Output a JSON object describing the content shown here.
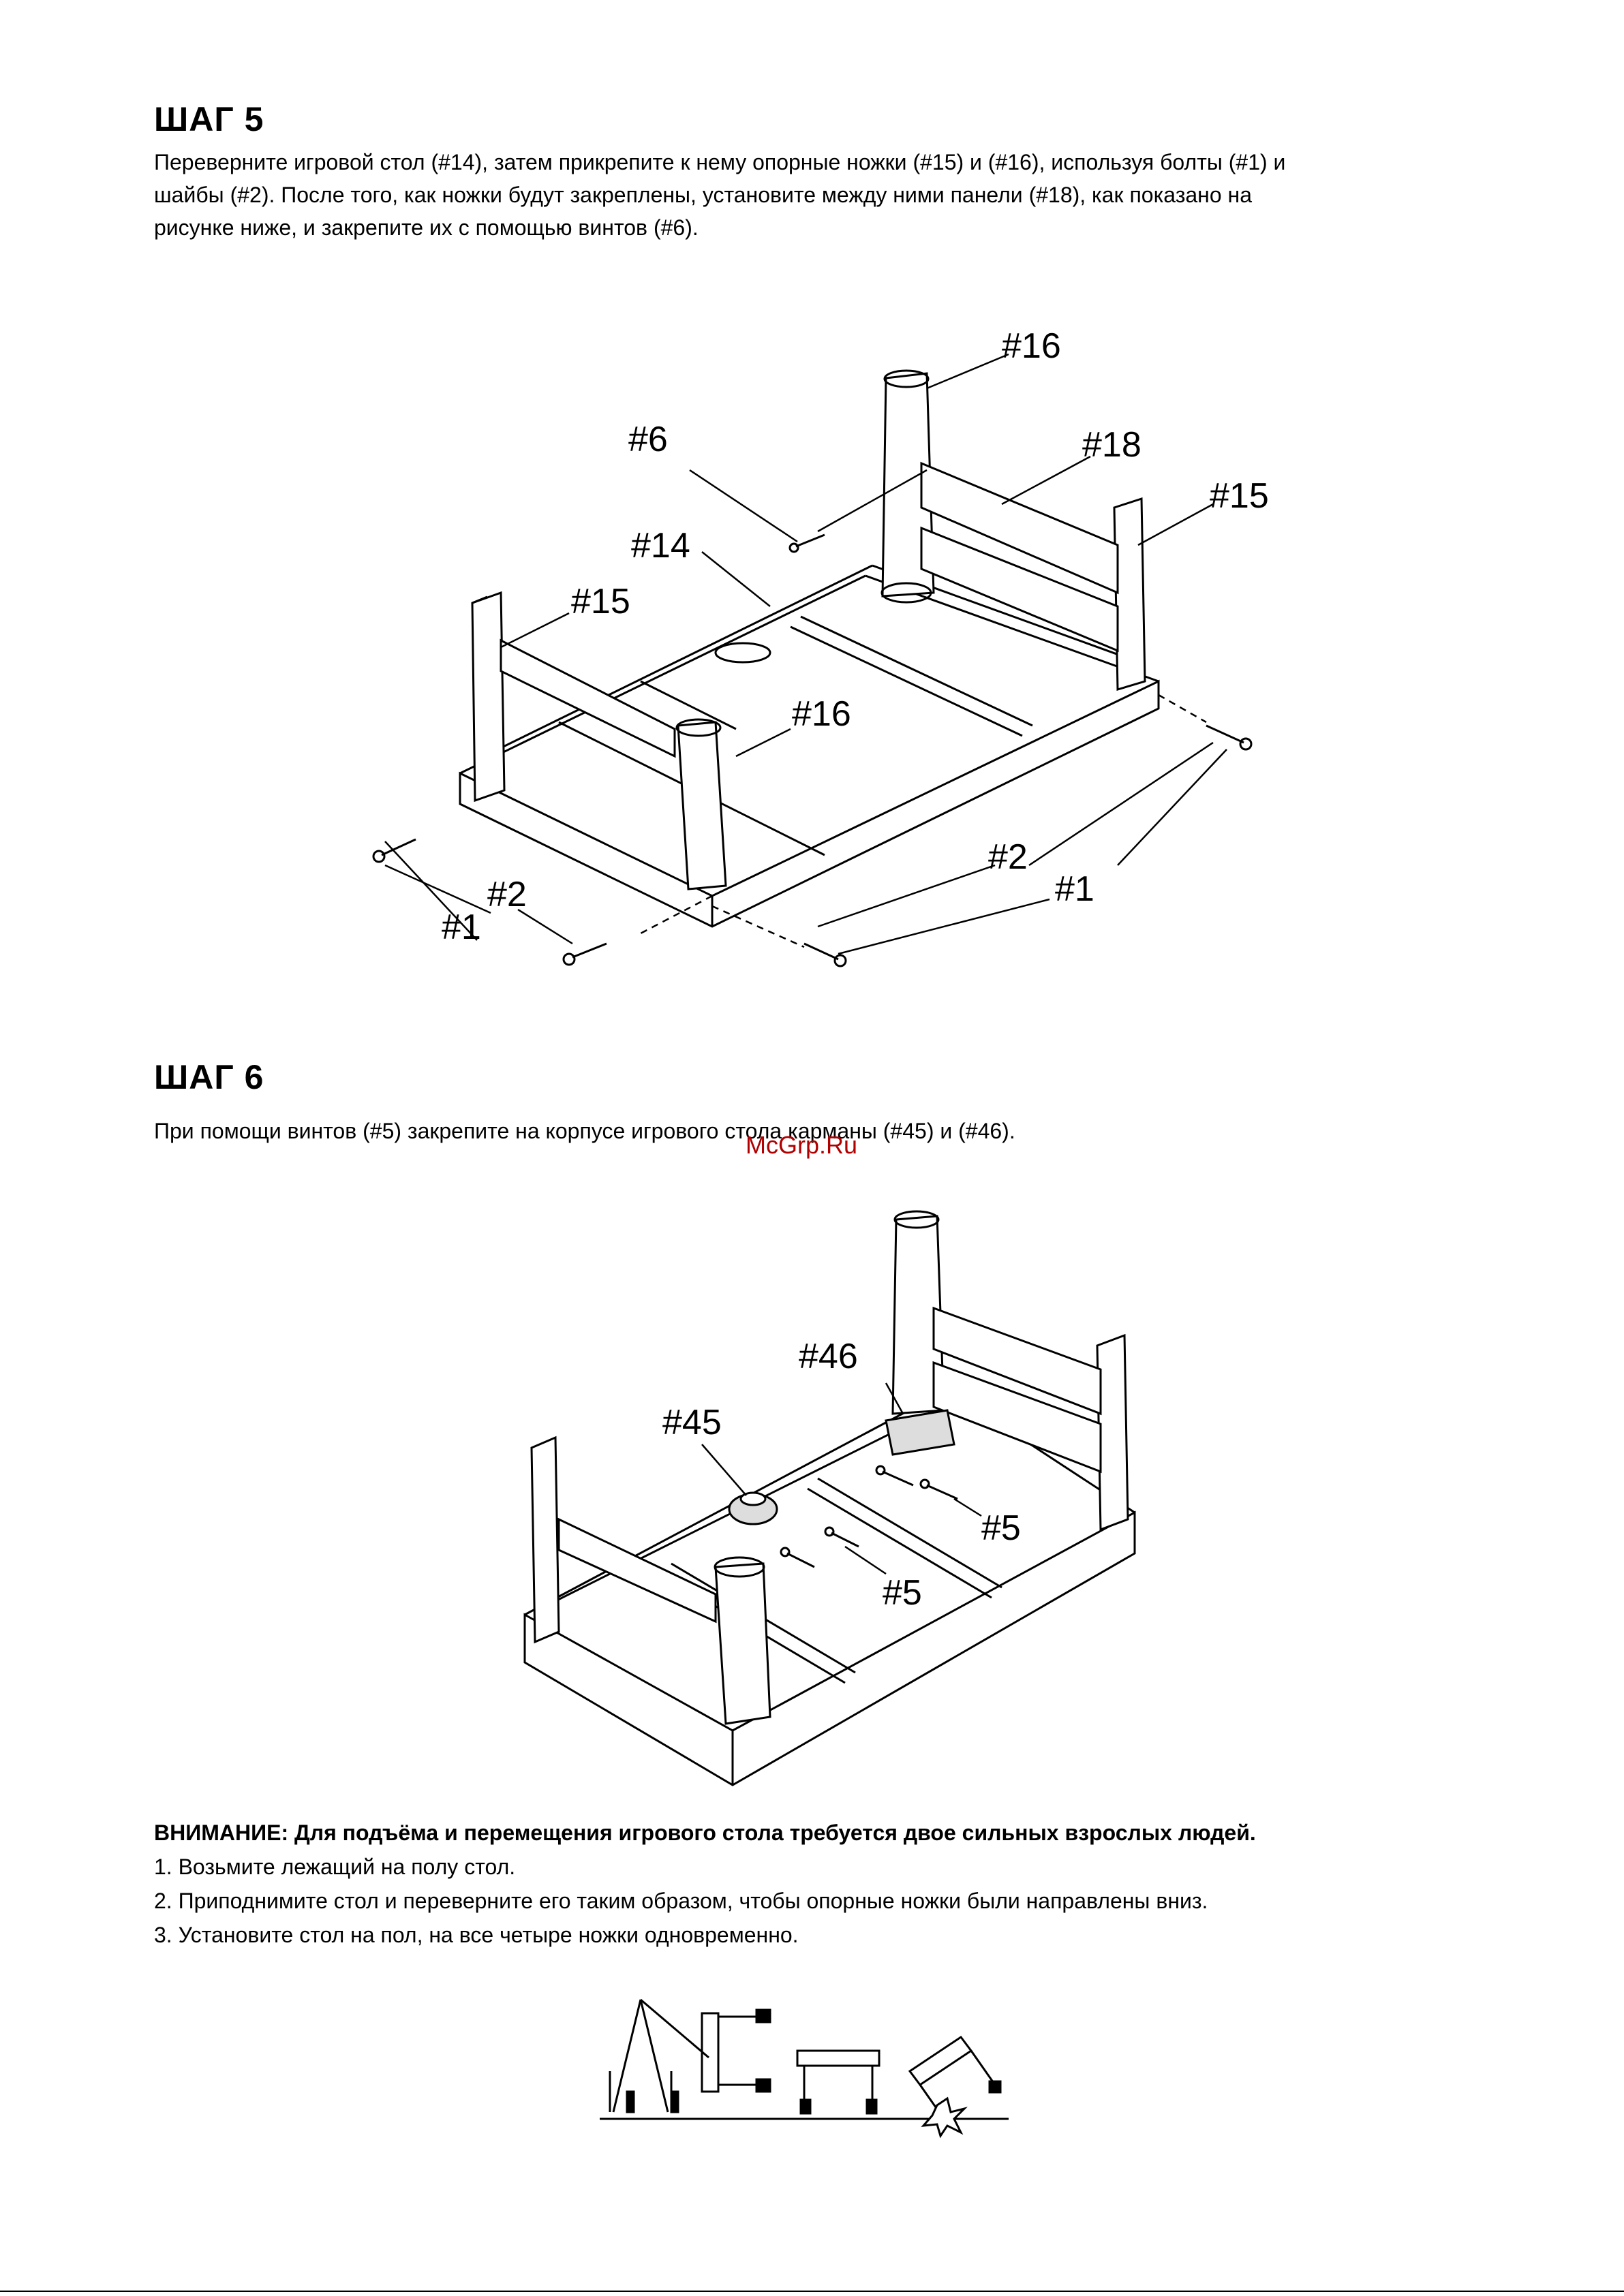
{
  "step5": {
    "title": "ШАГ 5",
    "lines": [
      "Переверните игровой стол (#14), затем прикрепите к нему опорные ножки (#15) и (#16), используя болты (#1) и",
      "шайбы (#2). После того, как ножки будут закреплены, установите между ними панели (#18), как показано на",
      "рисунке ниже, и закрепите их с помощью винтов (#6)."
    ],
    "labels": {
      "p16_top": "#16",
      "p6": "#6",
      "p18": "#18",
      "p15_right": "#15",
      "p14": "#14",
      "p15_left": "#15",
      "p16_mid": "#16",
      "p2_right": "#2",
      "p1_right": "#1",
      "p2_left": "#2",
      "p1_left": "#1"
    }
  },
  "step6": {
    "title": "ШАГ 6",
    "text": "При помощи винтов (#5) закрепите на корпусе игрового стола карманы (#45) и (#46).",
    "labels": {
      "p46": "#46",
      "p45": "#45",
      "p5_right": "#5",
      "p5_mid": "#5"
    }
  },
  "watermark": "McGrp.Ru",
  "warning": {
    "prefix": "ВНИМАНИЕ:",
    "bold_text": "Для подъёма и перемещения игрового стола требуется двое сильных взрослых людей.",
    "items": [
      "1. Возьмите лежащий на полу стол.",
      "2. Приподнимите стол и переверните его таким образом, чтобы опорные ножки были направлены вниз.",
      "3. Установите стол на пол, на все четыре ножки одновременно."
    ]
  }
}
